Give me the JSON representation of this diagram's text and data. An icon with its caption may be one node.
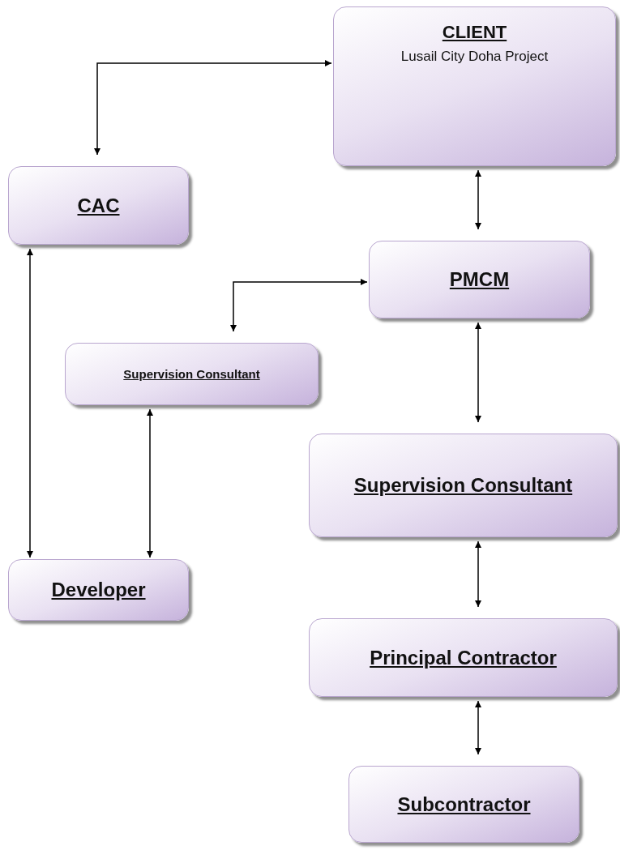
{
  "diagram": {
    "nodes": [
      {
        "text": [
          "CLIENT",
          "Lusail City Doha Project"
        ]
      },
      {
        "text": [
          "CAC"
        ]
      },
      {
        "text": [
          "PMCM"
        ]
      },
      {
        "text": [
          "Supervision Consultant"
        ]
      },
      {
        "text": [
          "Supervision Consultant"
        ]
      },
      {
        "text": [
          "Developer"
        ]
      },
      {
        "text": [
          "Principal Contractor"
        ]
      },
      {
        "text": [
          "Subcontractor"
        ]
      }
    ],
    "edges": [
      {
        "from": 1,
        "to": 0,
        "arrow": "both"
      },
      {
        "from": 0,
        "to": 2,
        "arrow": "both"
      },
      {
        "from": 2,
        "to": 3,
        "arrow": "both"
      },
      {
        "from": 1,
        "to": 5,
        "arrow": "both"
      },
      {
        "from": 3,
        "to": 5,
        "arrow": "both"
      },
      {
        "from": 2,
        "to": 4,
        "arrow": "both"
      },
      {
        "from": 4,
        "to": 6,
        "arrow": "both"
      },
      {
        "from": 6,
        "to": 7,
        "arrow": "both"
      }
    ]
  }
}
